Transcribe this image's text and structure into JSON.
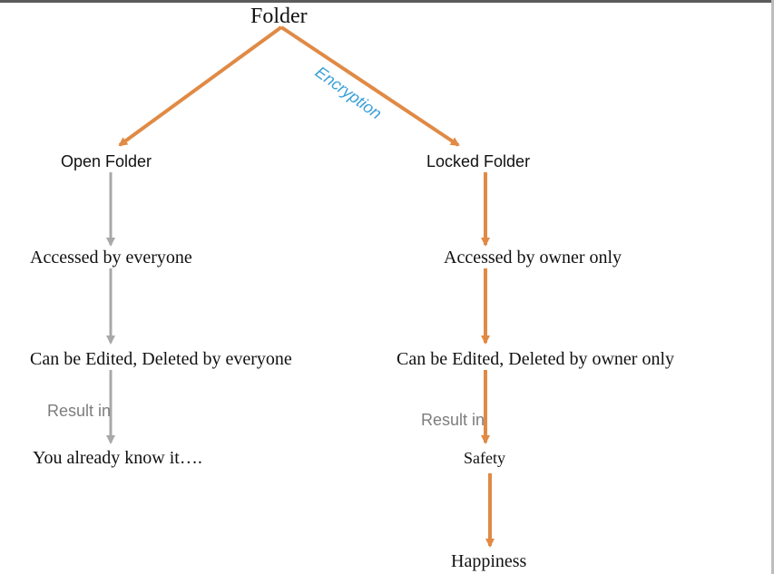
{
  "colors": {
    "orange": "#e08a45",
    "gray": "#a8a8a8",
    "blue": "#3aa0d6"
  },
  "diagram": {
    "root": "Folder",
    "edge_label": "Encryption",
    "left": {
      "node1": "Open Folder",
      "node2": "Accessed by everyone",
      "node3": "Can be Edited, Deleted by everyone",
      "result_label": "Result in",
      "node4": "You already know it…."
    },
    "right": {
      "node1": "Locked Folder",
      "node2": "Accessed by owner only",
      "node3": "Can be Edited, Deleted by owner only",
      "result_label": "Result in",
      "node4": "Safety",
      "node5": "Happiness"
    }
  }
}
